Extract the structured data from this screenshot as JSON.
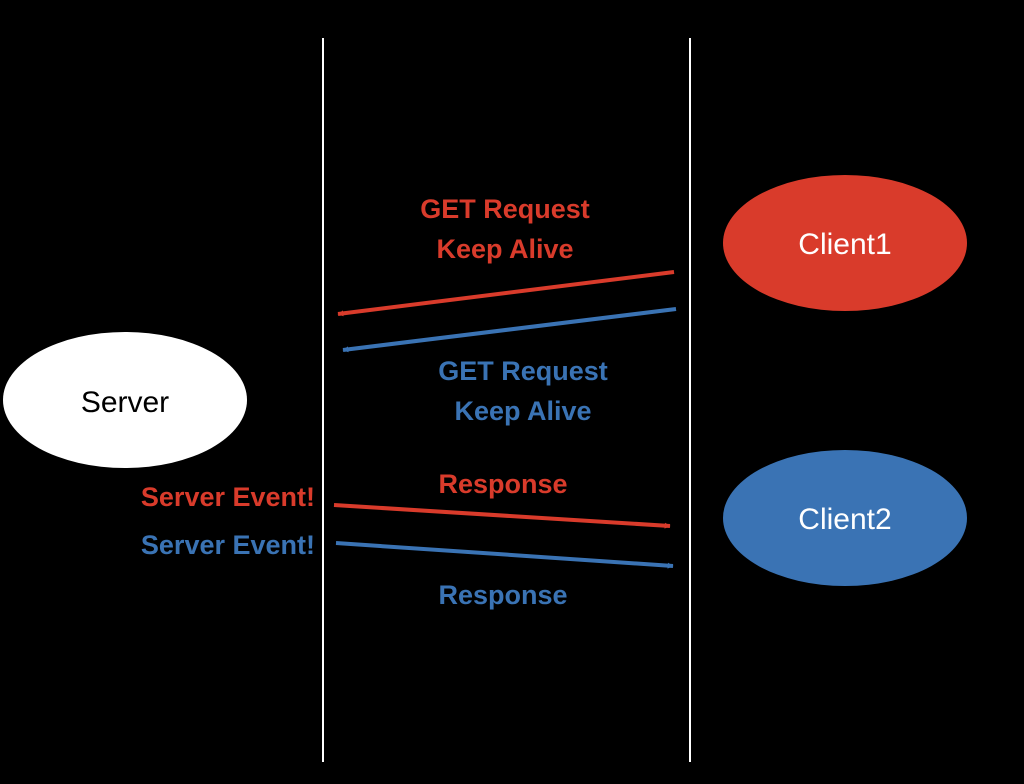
{
  "colors": {
    "background": "#000000",
    "divider": "#ffffff",
    "red": "#d93b2b",
    "blue": "#3a73b4",
    "server_fill": "#ffffff",
    "server_text": "#000000",
    "client_text": "#ffffff"
  },
  "nodes": {
    "server": {
      "label": "Server"
    },
    "client1": {
      "label": "Client1"
    },
    "client2": {
      "label": "Client2"
    }
  },
  "messages": {
    "red_request": {
      "line1": "GET Request",
      "line2": "Keep Alive"
    },
    "blue_request": {
      "line1": "GET Request",
      "line2": "Keep Alive"
    },
    "red_event": "Server Event!",
    "blue_event": "Server Event!",
    "red_response": "Response",
    "blue_response": "Response"
  }
}
